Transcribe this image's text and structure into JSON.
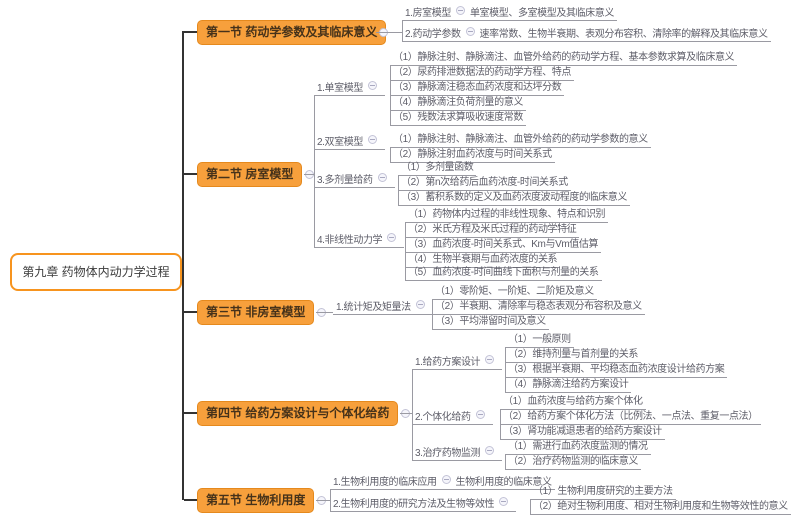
{
  "root": {
    "label": "第九章 药物体内动力学过程"
  },
  "colors": {
    "node_fill": "#f7a03c",
    "node_border": "#e5891d",
    "root_border": "#f7941e",
    "line": "#9a9aa2",
    "trunk": "#333333",
    "text": "#5d5d68"
  },
  "branches": [
    {
      "label": "第一节 药动学参数及其临床意义",
      "items": [
        {
          "label": "1.房室模型",
          "leaves": [
            "单室模型、多室模型及其临床意义"
          ]
        },
        {
          "label": "2.药动学参数",
          "leaves": [
            "速率常数、生物半衰期、表观分布容积、清除率的解释及其临床意义"
          ]
        }
      ]
    },
    {
      "label": "第二节 房室模型",
      "items": [
        {
          "label": "1.单室模型",
          "leaves": [
            "（1）静脉注射、静脉滴注、血管外给药的药动学方程、基本参数求算及临床意义",
            "（2）尿药排泄数据法的药动学方程、特点",
            "（3）静脉滴注稳态血药浓度和达坪分数",
            "（4）静脉滴注负荷剂量的意义",
            "（5）残数法求算吸收速度常数"
          ]
        },
        {
          "label": "2.双室模型",
          "leaves": [
            "（1）静脉注射、静脉滴注、血管外给药的药动学参数的意义",
            "（2）静脉注射血药浓度与时间关系式"
          ]
        },
        {
          "label": "3.多剂量给药",
          "leaves": [
            "（1）多剂量函数",
            "（2）第n次给药后血药浓度-时间关系式",
            "（3）蓄积系数的定义及血药浓度波动程度的临床意义"
          ]
        },
        {
          "label": "4.非线性动力学",
          "leaves": [
            "（1）药物体内过程的非线性现象、特点和识别",
            "（2）米氏方程及米氏过程的药动学特征",
            "（3）血药浓度-时间关系式、Km与Vm值估算",
            "（4）生物半衰期与血药浓度的关系",
            "（5）血药浓度-时间曲线下面积与剂量的关系"
          ]
        }
      ]
    },
    {
      "label": "第三节 非房室模型",
      "items": [
        {
          "label": "1.统计矩及矩量法",
          "leaves": [
            "（1）零阶矩、一阶矩、二阶矩及意义",
            "（2）半衰期、清除率与稳态表观分布容积及意义",
            "（3）平均滞留时间及意义"
          ]
        }
      ]
    },
    {
      "label": "第四节 给药方案设计与个体化给药",
      "items": [
        {
          "label": "1.给药方案设计",
          "leaves": [
            "（1）一般原则",
            "（2）维持剂量与首剂量的关系",
            "（3）根据半衰期、平均稳态血药浓度设计给药方案",
            "（4）静脉滴注给药方案设计"
          ]
        },
        {
          "label": "2.个体化给药",
          "leaves": [
            "（1）血药浓度与给药方案个体化",
            "（2）给药方案个体化方法（比例法、一点法、重复一点法）",
            "（3）肾功能减退患者的给药方案设计"
          ]
        },
        {
          "label": "3.治疗药物监测",
          "leaves": [
            "（1）需进行血药浓度监测的情况",
            "（2）治疗药物监测的临床意义"
          ]
        }
      ]
    },
    {
      "label": "第五节 生物利用度",
      "items": [
        {
          "label": "1.生物利用度的临床应用",
          "leaves": [
            "生物利用度的临床意义"
          ]
        },
        {
          "label": "2.生物利用度的研究方法及生物等效性",
          "leaves": [
            "（1）生物利用度研究的主要方法",
            "（2）绝对生物利用度、相对生物利用度和生物等效性的意义"
          ]
        }
      ]
    }
  ]
}
